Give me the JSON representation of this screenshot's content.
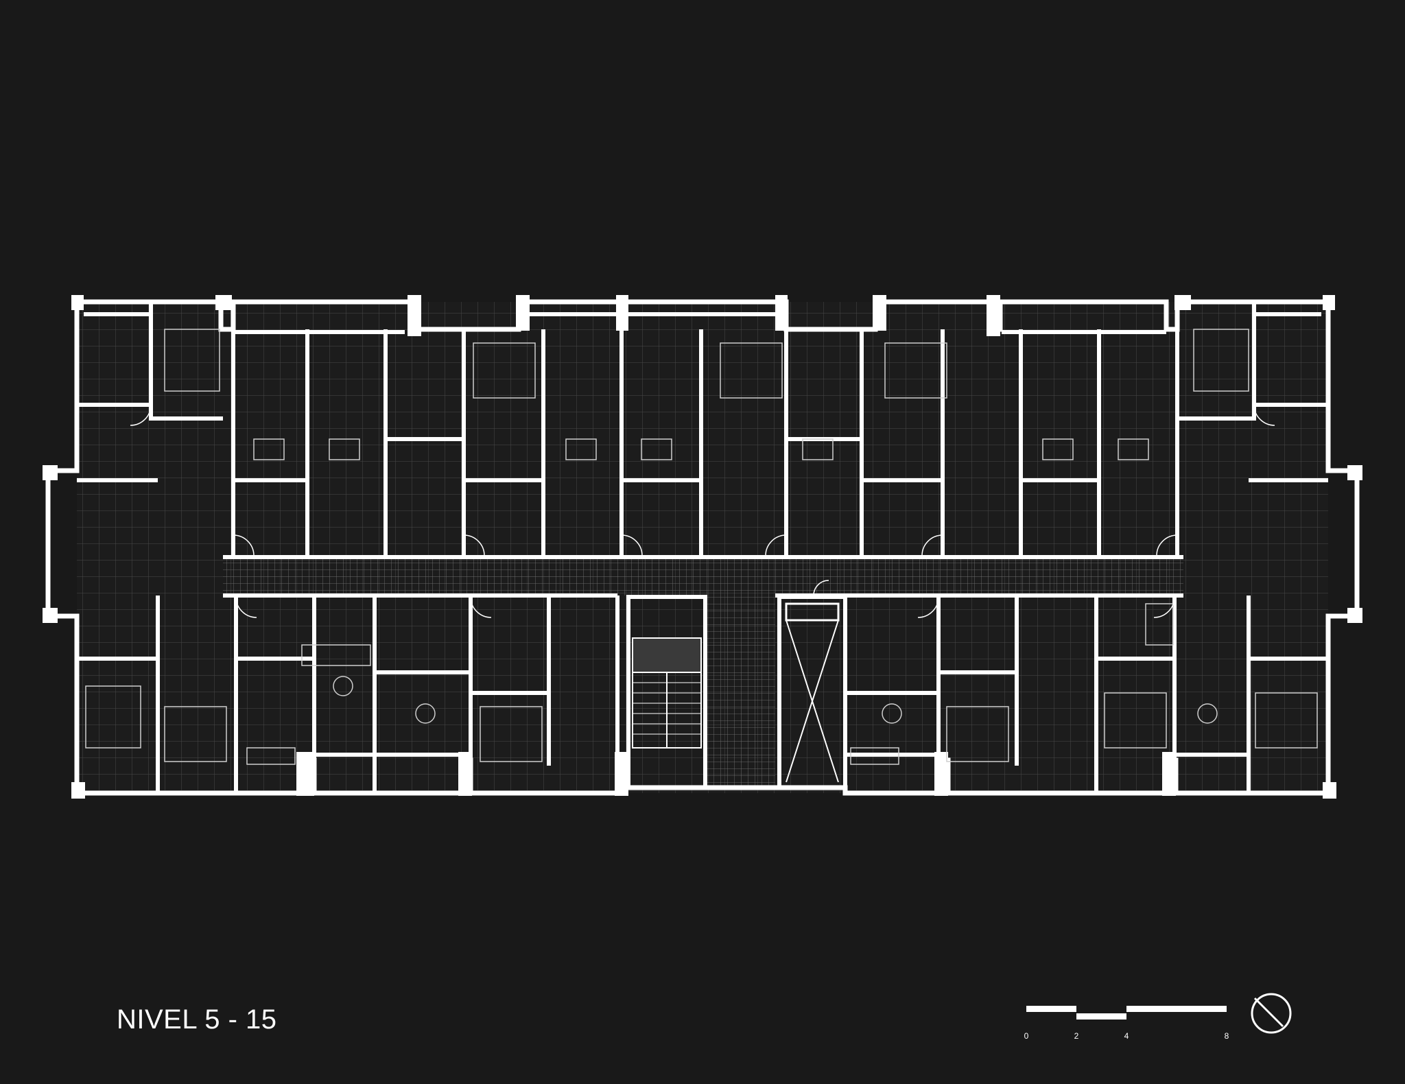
{
  "drawing": {
    "title": "NIVEL 5 - 15",
    "colors": {
      "background": "#191919",
      "line": "#ffffff",
      "fine_line": "#9a9a9a"
    }
  },
  "scale_bar": {
    "ticks": [
      "0",
      "2",
      "4",
      "8"
    ]
  },
  "north_arrow": {
    "icon": "north-arrow-icon"
  }
}
